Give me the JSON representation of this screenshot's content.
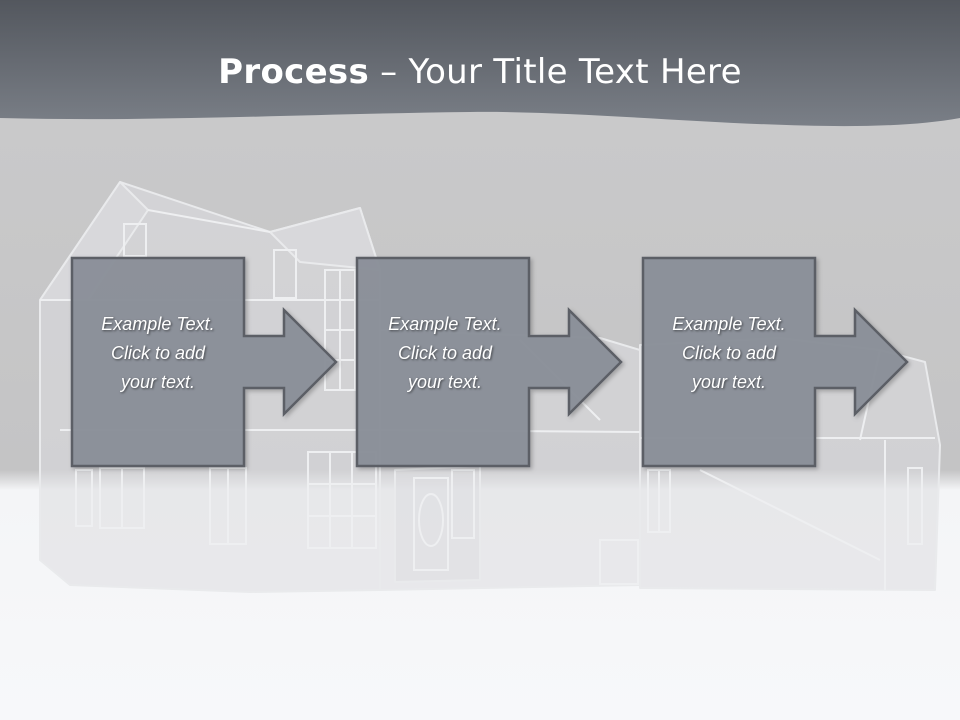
{
  "header": {
    "title_bold": "Process",
    "title_rest": " – Your Title Text Here"
  },
  "steps": [
    {
      "line1": "Example Text.",
      "line2": "Click  to add",
      "line3": "your text."
    },
    {
      "line1": "Example Text.",
      "line2": "Click  to add",
      "line3": "your text."
    },
    {
      "line1": "Example Text.",
      "line2": "Click  to add",
      "line3": "your text."
    }
  ],
  "colors": {
    "header": "#6e737a",
    "box_fill": "#8a9099",
    "box_border": "#5a5e64",
    "background": "#c9c9ca",
    "floor": "#f7f8fa"
  }
}
